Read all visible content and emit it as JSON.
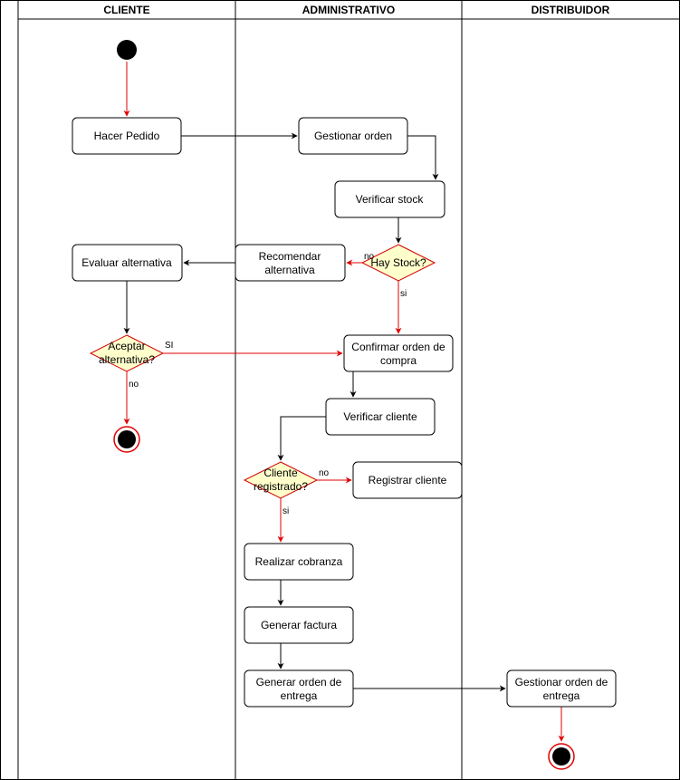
{
  "colors": {
    "black_edge": "#000000",
    "red_edge": "#e00000",
    "decision_fill": "#ffffcc",
    "decision_stroke": "#d00000",
    "activity_fill": "#ffffff",
    "activity_stroke": "#000000"
  },
  "lanes": [
    {
      "title": "CLIENTE"
    },
    {
      "title": "ADMINISTRATIVO"
    },
    {
      "title": "DISTRIBUIDOR"
    }
  ],
  "activities": [
    {
      "id": "hacer_pedido",
      "lines": [
        "Hacer Pedido"
      ]
    },
    {
      "id": "gestionar_orden",
      "lines": [
        "Gestionar orden"
      ]
    },
    {
      "id": "verificar_stock",
      "lines": [
        "Verificar stock"
      ]
    },
    {
      "id": "recomendar_alternativa",
      "lines": [
        "Recomendar",
        "alternativa"
      ]
    },
    {
      "id": "evaluar_alternativa",
      "lines": [
        "Evaluar alternativa"
      ]
    },
    {
      "id": "confirmar_orden",
      "lines": [
        "Confirmar orden de",
        "compra"
      ]
    },
    {
      "id": "verificar_cliente",
      "lines": [
        "Verificar cliente"
      ]
    },
    {
      "id": "registrar_cliente",
      "lines": [
        "Registrar cliente"
      ]
    },
    {
      "id": "realizar_cobranza",
      "lines": [
        "Realizar cobranza"
      ]
    },
    {
      "id": "generar_factura",
      "lines": [
        "Generar factura"
      ]
    },
    {
      "id": "generar_orden_entrega",
      "lines": [
        "Generar orden de",
        "entrega"
      ]
    },
    {
      "id": "gestionar_orden_entrega",
      "lines": [
        "Gestionar orden de",
        "entrega"
      ]
    }
  ],
  "decisions": [
    {
      "id": "hay_stock",
      "lines": [
        "Hay Stock?"
      ]
    },
    {
      "id": "aceptar_alternativa",
      "lines": [
        "Aceptar",
        "alternativa?"
      ]
    },
    {
      "id": "cliente_registrado",
      "lines": [
        "Cliente",
        "registrado?"
      ]
    }
  ],
  "edge_labels": [
    {
      "id": "no_stock",
      "text": "no"
    },
    {
      "id": "si_stock",
      "text": "si"
    },
    {
      "id": "si_aceptar",
      "text": "SI"
    },
    {
      "id": "no_aceptar",
      "text": "no"
    },
    {
      "id": "no_registrado",
      "text": "no"
    },
    {
      "id": "si_registrado",
      "text": "si"
    }
  ]
}
